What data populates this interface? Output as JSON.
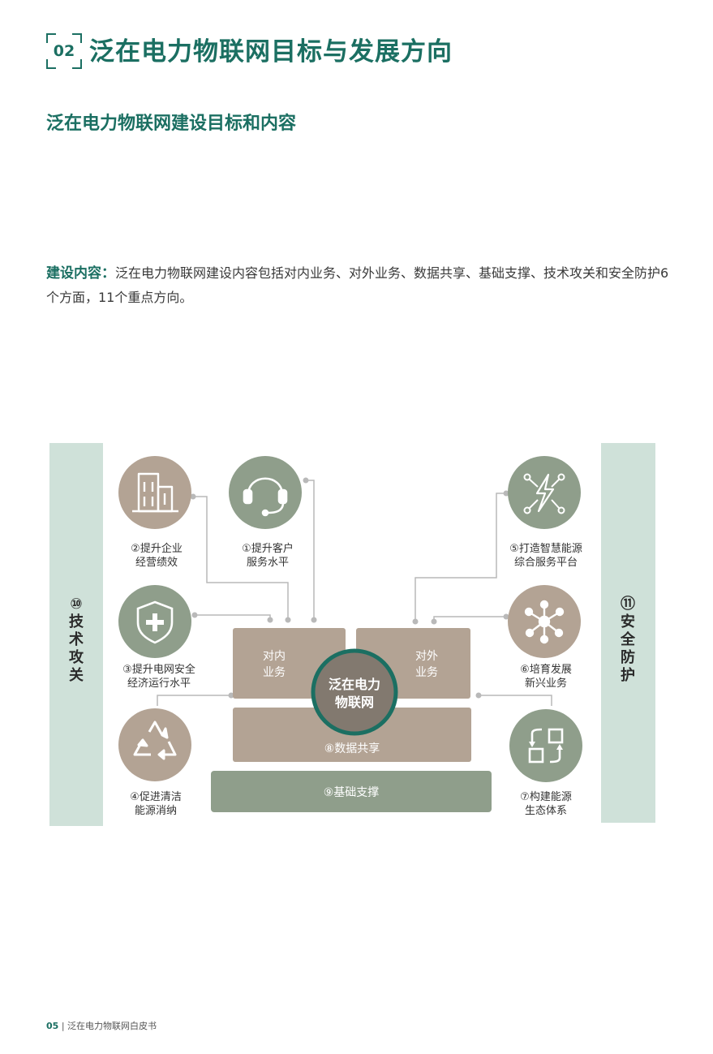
{
  "header": {
    "badge_number": "02",
    "title": "泛在电力物联网目标与发展方向"
  },
  "section": {
    "title": "泛在电力物联网建设目标和内容"
  },
  "content": {
    "lead": "建设内容：",
    "text": "泛在电力物联网建设内容包括对内业务、对外业务、数据共享、基础支撑、技术攻关和安全防护6个方面，11个重点方向。"
  },
  "diagram": {
    "side_left": {
      "num": "⑩",
      "chars": [
        "技",
        "术",
        "攻",
        "关"
      ]
    },
    "side_right": {
      "num": "⑪",
      "chars": [
        "安",
        "全",
        "防",
        "护"
      ]
    },
    "blocks": {
      "internal": [
        "对内",
        "业务"
      ],
      "external": [
        "对外",
        "业务"
      ],
      "data": "⑧数据共享",
      "base": "⑨基础支撑"
    },
    "center": [
      "泛在电力",
      "物联网"
    ],
    "items": [
      {
        "id": "2",
        "icon": "building-icon",
        "lines": [
          "②提升企业",
          "经营绩效"
        ]
      },
      {
        "id": "1",
        "icon": "headset-icon",
        "lines": [
          "①提升客户",
          "服务水平"
        ]
      },
      {
        "id": "3",
        "icon": "shield-plus-icon",
        "lines": [
          "③提升电网安全",
          "经济运行水平"
        ]
      },
      {
        "id": "4",
        "icon": "recycle-icon",
        "lines": [
          "④促进清洁",
          "能源消纳"
        ]
      },
      {
        "id": "5",
        "icon": "lightning-network-icon",
        "lines": [
          "⑤打造智慧能源",
          "综合服务平台"
        ]
      },
      {
        "id": "6",
        "icon": "hub-network-icon",
        "lines": [
          "⑥培育发展",
          "新兴业务"
        ]
      },
      {
        "id": "7",
        "icon": "squares-cycle-icon",
        "lines": [
          "⑦构建能源",
          "生态体系"
        ]
      }
    ],
    "colors": {
      "tan": "#b3a394",
      "sage": "#8f9e8b",
      "side": "#cfe1d9",
      "center_ring": "#1b6f62",
      "center_fill": "#82796f",
      "line": "#b9b9b9"
    }
  },
  "footer": {
    "page": "05",
    "sep": "|",
    "doc": "泛在电力物联网白皮书"
  }
}
